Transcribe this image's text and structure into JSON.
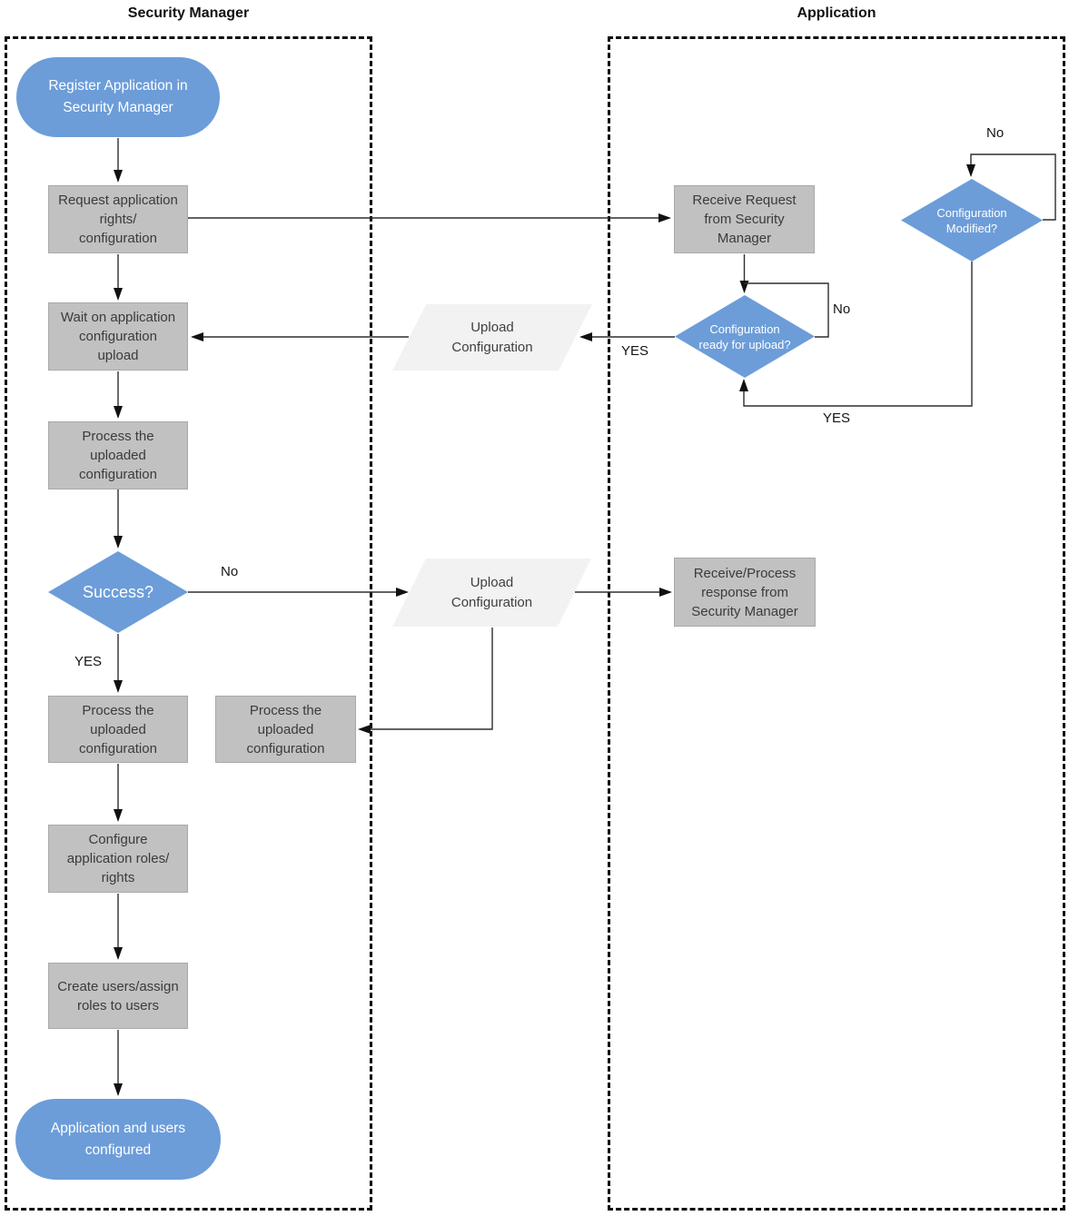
{
  "lanes": {
    "security_manager": {
      "title": "Security Manager"
    },
    "application": {
      "title": "Application"
    }
  },
  "nodes": {
    "register": {
      "label": "Register Application in\nSecurity Manager"
    },
    "request_rights": {
      "label": "Request application\nrights/\nconfiguration"
    },
    "wait_upload": {
      "label": "Wait on application\nconfiguration\nupload"
    },
    "process_upload_1": {
      "label": "Process the\nuploaded\nconfiguration"
    },
    "success": {
      "label": "Success?"
    },
    "process_upload_2": {
      "label": "Process the\nuploaded\nconfiguration"
    },
    "process_upload_3": {
      "label": "Process the\nuploaded\nconfiguration"
    },
    "configure_roles": {
      "label": "Configure\napplication roles/\nrights"
    },
    "create_users": {
      "label": "Create users/assign\nroles to users"
    },
    "end": {
      "label": "Application and users\nconfigured"
    },
    "upload_config_1": {
      "label": "Upload\nConfiguration"
    },
    "upload_config_2": {
      "label": "Upload\nConfiguration"
    },
    "receive_request": {
      "label": "Receive Request\nfrom Security\nManager"
    },
    "config_modified": {
      "label": "Configuration\nModified?"
    },
    "config_ready": {
      "label": "Configuration\nready for upload?"
    },
    "receive_process_response": {
      "label": "Receive/Process\nresponse from\nSecurity Manager"
    }
  },
  "edge_labels": {
    "modified_no": "No",
    "ready_no": "No",
    "ready_yes": "YES",
    "ready_yes_return": "YES",
    "success_no": "No",
    "success_yes": "YES"
  },
  "edges": [
    {
      "from": "register",
      "to": "request_rights",
      "label": ""
    },
    {
      "from": "request_rights",
      "to": "receive_request",
      "label": ""
    },
    {
      "from": "request_rights",
      "to": "wait_upload",
      "label": ""
    },
    {
      "from": "receive_request",
      "to": "config_ready",
      "label": ""
    },
    {
      "from": "config_ready",
      "to": "config_ready",
      "label": "No"
    },
    {
      "from": "config_ready",
      "to": "upload_config_1",
      "label": "YES"
    },
    {
      "from": "config_modified",
      "to": "config_modified",
      "label": "No"
    },
    {
      "from": "config_modified",
      "to": "config_ready",
      "label": "YES"
    },
    {
      "from": "upload_config_1",
      "to": "wait_upload",
      "label": ""
    },
    {
      "from": "wait_upload",
      "to": "process_upload_1",
      "label": ""
    },
    {
      "from": "process_upload_1",
      "to": "success",
      "label": ""
    },
    {
      "from": "success",
      "to": "upload_config_2",
      "label": "No"
    },
    {
      "from": "success",
      "to": "process_upload_2",
      "label": "YES"
    },
    {
      "from": "upload_config_2",
      "to": "receive_process_response",
      "label": ""
    },
    {
      "from": "upload_config_2",
      "to": "process_upload_3",
      "label": ""
    },
    {
      "from": "process_upload_2",
      "to": "configure_roles",
      "label": ""
    },
    {
      "from": "configure_roles",
      "to": "create_users",
      "label": ""
    },
    {
      "from": "create_users",
      "to": "end",
      "label": ""
    }
  ],
  "colors": {
    "node_blue": "#6c9dd9",
    "node_gray": "#c1c1c1",
    "parallelogram_gray": "#f2f2f2",
    "line_black": "#2e2e2e"
  }
}
